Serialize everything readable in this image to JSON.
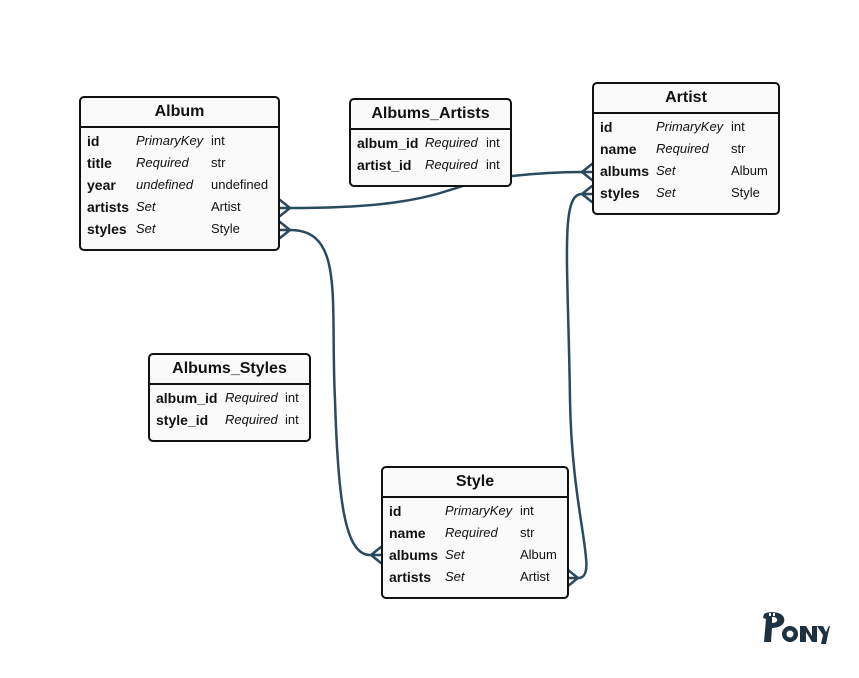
{
  "colors": {
    "connector": "#2b4a5e",
    "border": "#111111",
    "entity_bg": "#fafafa"
  },
  "entities": {
    "album": {
      "title": "Album",
      "attributes": [
        {
          "name": "id",
          "kind": "PrimaryKey",
          "type": "int"
        },
        {
          "name": "title",
          "kind": "Required",
          "type": "str"
        },
        {
          "name": "year",
          "kind": "undefined",
          "type": "undefined"
        },
        {
          "name": "artists",
          "kind": "Set",
          "type": "Artist"
        },
        {
          "name": "styles",
          "kind": "Set",
          "type": "Style"
        }
      ]
    },
    "albums_artists": {
      "title": "Albums_Artists",
      "attributes": [
        {
          "name": "album_id",
          "kind": "Required",
          "type": "int"
        },
        {
          "name": "artist_id",
          "kind": "Required",
          "type": "int"
        }
      ]
    },
    "artist": {
      "title": "Artist",
      "attributes": [
        {
          "name": "id",
          "kind": "PrimaryKey",
          "type": "int"
        },
        {
          "name": "name",
          "kind": "Required",
          "type": "str"
        },
        {
          "name": "albums",
          "kind": "Set",
          "type": "Album"
        },
        {
          "name": "styles",
          "kind": "Set",
          "type": "Style"
        }
      ]
    },
    "albums_styles": {
      "title": "Albums_Styles",
      "attributes": [
        {
          "name": "album_id",
          "kind": "Required",
          "type": "int"
        },
        {
          "name": "style_id",
          "kind": "Required",
          "type": "int"
        }
      ]
    },
    "style": {
      "title": "Style",
      "attributes": [
        {
          "name": "id",
          "kind": "PrimaryKey",
          "type": "int"
        },
        {
          "name": "name",
          "kind": "Required",
          "type": "str"
        },
        {
          "name": "albums",
          "kind": "Set",
          "type": "Album"
        },
        {
          "name": "artists",
          "kind": "Set",
          "type": "Artist"
        }
      ]
    }
  },
  "logo": {
    "text": "PONY"
  }
}
